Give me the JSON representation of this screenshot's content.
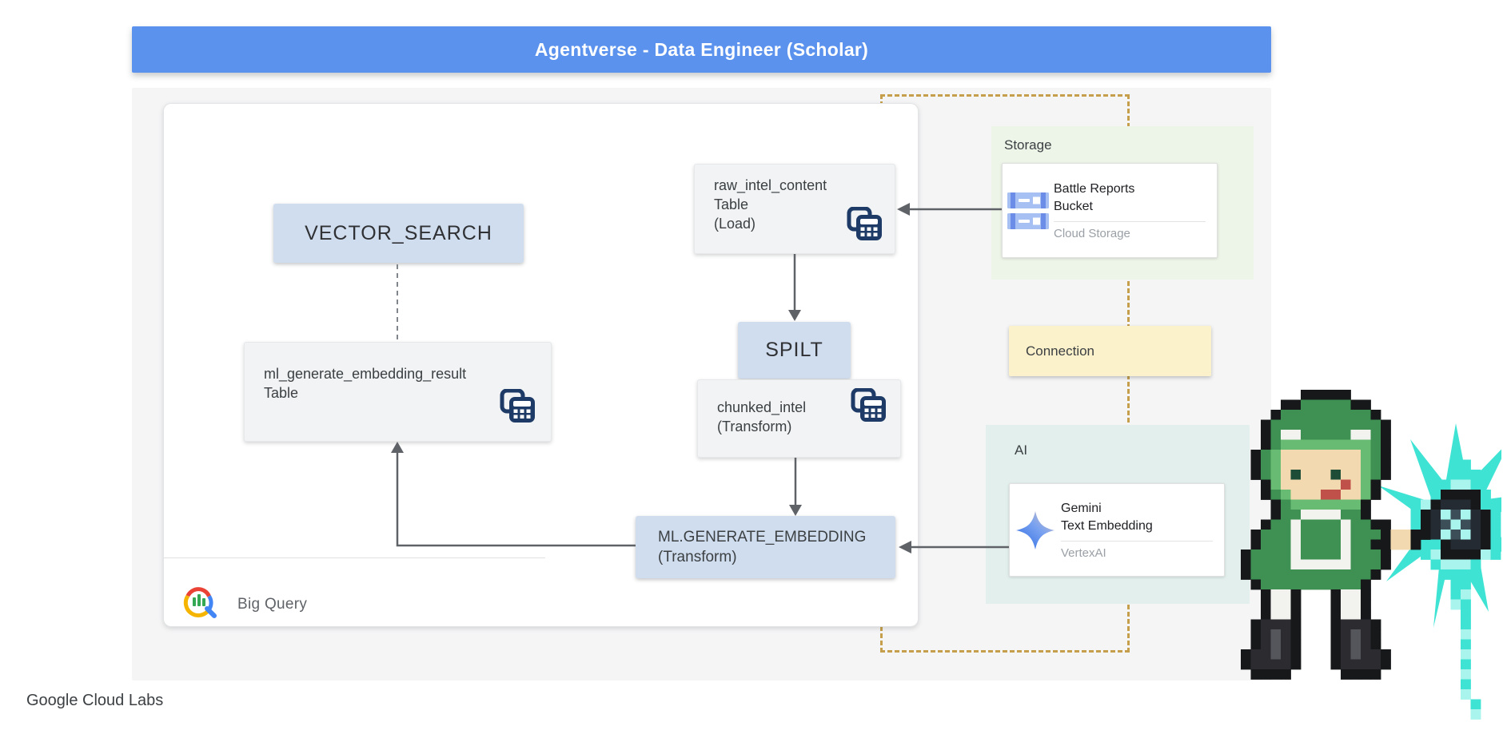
{
  "banner": {
    "title": "Agentverse - Data Engineer (Scholar)"
  },
  "brand": {
    "label": "Google Cloud Labs"
  },
  "bigquery_panel": {
    "product": "Big Query",
    "vector_search": "VECTOR_SEARCH",
    "ml_result_line1": "ml_generate_embedding_result",
    "ml_result_line2": "Table",
    "raw_line1": "raw_intel_content",
    "raw_line2": "Table",
    "raw_line3": "(Load)",
    "spilt": "SPILT",
    "chunked_line1": "chunked_intel",
    "chunked_line2": "(Transform)",
    "mlgen_line1": "ML.GENERATE_EMBEDDING",
    "mlgen_line2": "(Transform)"
  },
  "cloud": {
    "storage_label": "Storage",
    "storage_card_line1": "Battle Reports",
    "storage_card_line2": "Bucket",
    "storage_card_sub": "Cloud Storage",
    "connection_label": "Connection",
    "ai_label": "AI",
    "ai_card_line1": "Gemini",
    "ai_card_line2": "Text Embedding",
    "ai_card_sub": "VertexAI"
  },
  "icons": {
    "bigquery_table_icon": "table-icon",
    "cloud_storage_icon": "bucket-icon",
    "gemini_icon": "gemini-sparkle-icon",
    "bigquery_logo": "bigquery-magnifier-icon"
  },
  "colors": {
    "banner_blue": "#5b92ee",
    "node_blue": "#cfddee",
    "node_gray": "#f1f3f4",
    "icon_navy": "#1e3a66",
    "storage_bg": "#edf4e8",
    "connection_bg": "#fbf1cb",
    "ai_bg": "#e2efec",
    "dashed_border": "#c69f4c",
    "arrow_gray": "#5f6368"
  }
}
